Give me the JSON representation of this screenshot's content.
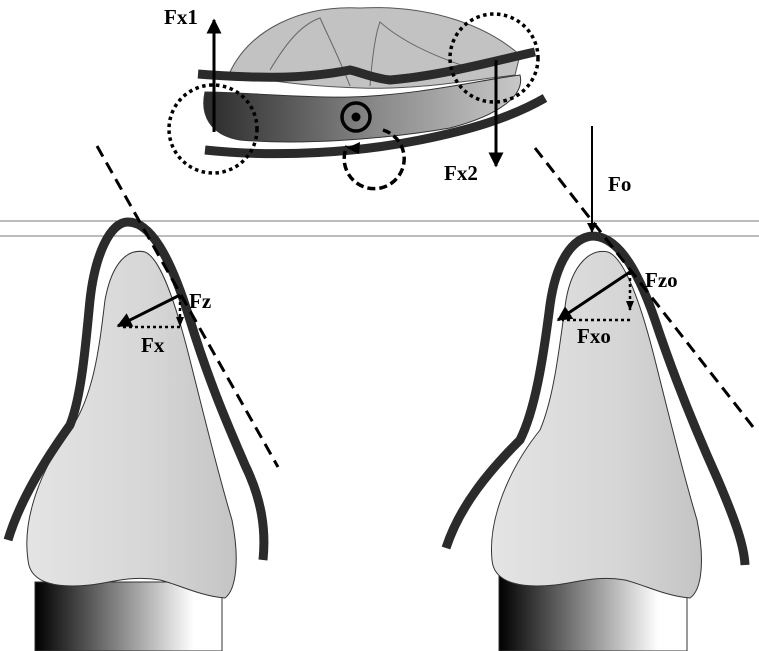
{
  "labels": {
    "fx1": "Fx1",
    "fx2": "Fx2",
    "fo": "Fo",
    "fz": "Fz",
    "fx": "Fx",
    "fzo": "Fzo",
    "fxo": "Fxo"
  },
  "colors": {
    "band": "#2b2b2b",
    "tooth_fill": "#d9d9d9",
    "body_light": "#c2c2c2",
    "body_dark": "#1a1a1a",
    "guide_lines": "#7a7a7a"
  }
}
